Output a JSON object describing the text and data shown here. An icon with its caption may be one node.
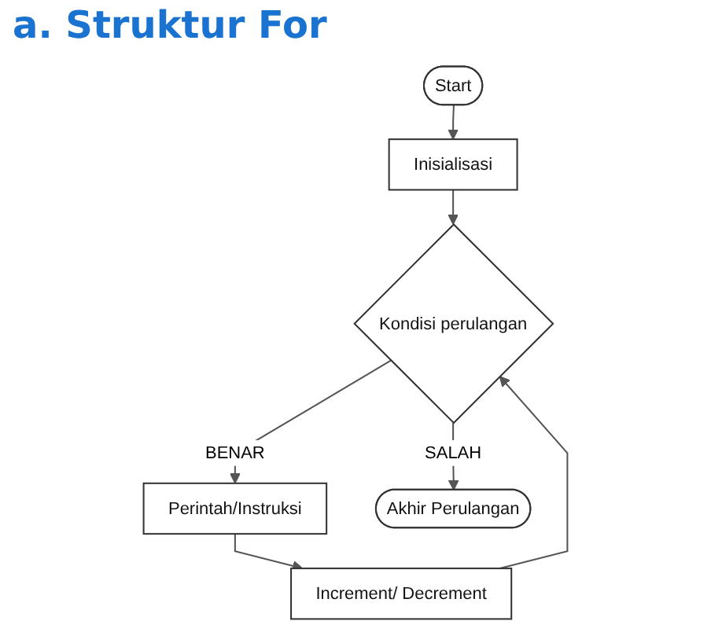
{
  "diagram": {
    "title": "a. Struktur For",
    "nodes": [
      {
        "text": [
          "Start"
        ]
      },
      {
        "text": [
          "Inisialisasi"
        ]
      },
      {
        "text": [
          "Kondisi perulangan"
        ]
      },
      {
        "text": [
          "Perintah/Instruksi"
        ]
      },
      {
        "text": [
          "Increment/ Decrement"
        ]
      },
      {
        "text": [
          "Akhir Perulangan"
        ]
      }
    ],
    "edges": [
      {
        "from": 0,
        "to": 1,
        "arrow": "to"
      },
      {
        "from": 1,
        "to": 2,
        "arrow": "to"
      },
      {
        "from": 2,
        "to": 3,
        "arrow": "to",
        "label": "BENAR"
      },
      {
        "from": 3,
        "to": 4,
        "arrow": "to"
      },
      {
        "from": 4,
        "to": 2,
        "arrow": "to"
      },
      {
        "from": 2,
        "to": 5,
        "arrow": "to",
        "label": "SALAH"
      }
    ]
  }
}
